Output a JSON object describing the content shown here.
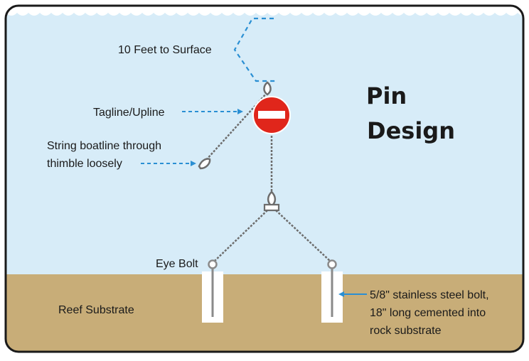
{
  "title_line1": "Pin",
  "title_line2": "Design",
  "labels": {
    "surface": "10 Feet to Surface",
    "tagline": "Tagline/Upline",
    "boatline_1": "String boatline through",
    "boatline_2": "thimble loosely",
    "eyebolt": "Eye Bolt",
    "reef": "Reef Substrate",
    "bolt_1": "5/8\" stainless steel bolt,",
    "bolt_2": "18\" long cemented into",
    "bolt_3": "rock substrate"
  },
  "colors": {
    "water": "#d7ecf8",
    "substrate": "#c8ad78",
    "arrow": "#2a8fd3",
    "buoy": "#e0261b",
    "chain": "#6d6d6d",
    "frame": "#1a1a1a"
  }
}
